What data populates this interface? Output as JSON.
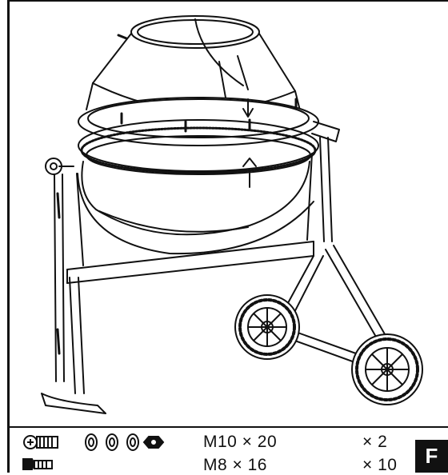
{
  "hardware": [
    {
      "spec": "M10 × 20",
      "qty": "× 2",
      "icon": "bolt-washers-nut-set-icon"
    },
    {
      "spec": "M8 × 16",
      "qty": "× 10",
      "icon": "bolt-icon"
    }
  ],
  "step_badge": "F"
}
